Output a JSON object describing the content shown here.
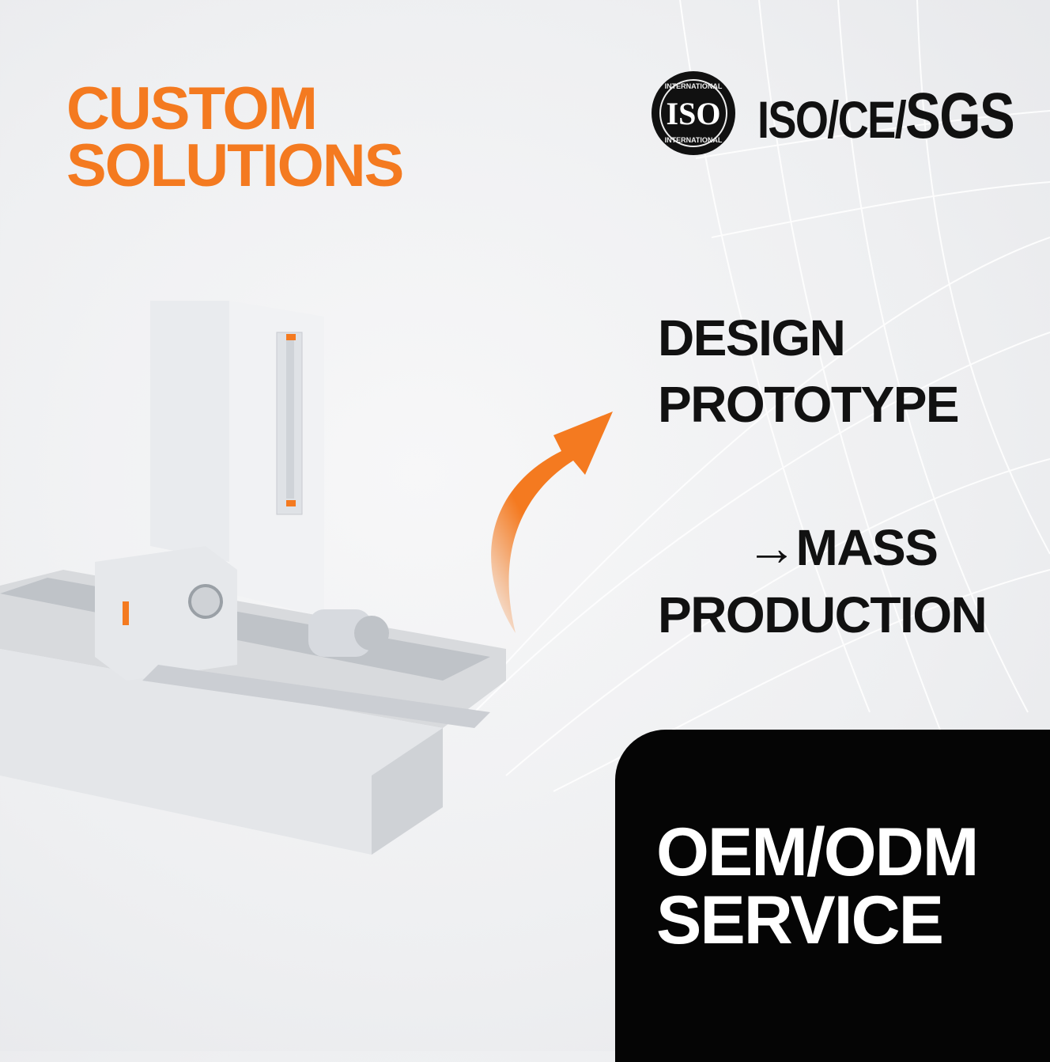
{
  "headline": {
    "line1": "CUSTOM",
    "line2": "SOLUTIONS"
  },
  "certification": {
    "badge_text": "ISO",
    "badge_ring_top": "INTERNATIONAL",
    "badge_ring_bottom": "INTERNATIONAL",
    "label_prefix": "ISO/CE/",
    "label_emphasis": "SGS"
  },
  "process": {
    "step1": "DESIGN",
    "step2": "PROTOTYPE",
    "step3_arrow": "→",
    "step3_line1": "MASS",
    "step3_line2": "PRODUCTION"
  },
  "service_box": {
    "line1": "OEM/ODM",
    "line2": "SERVICE"
  },
  "colors": {
    "accent": "#f47a20",
    "text": "#111111",
    "box": "#050505"
  }
}
